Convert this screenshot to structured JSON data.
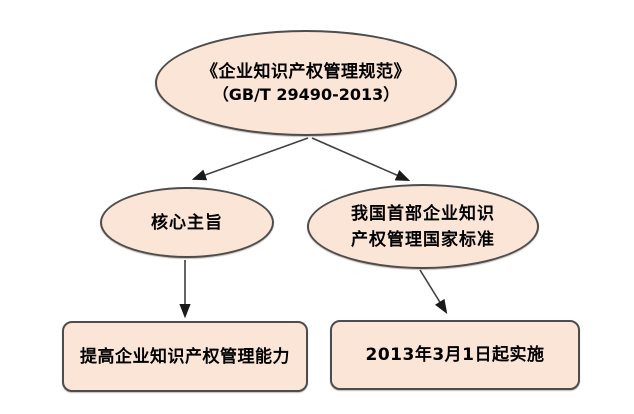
{
  "diagram": {
    "root": {
      "line1": "《企业知识产权管理规范》",
      "line2": "（GB/T 29490-2013）"
    },
    "core": {
      "label": "核心主旨"
    },
    "first_standard": {
      "line1": "我国首部企业知识",
      "line2": "产权管理国家标准"
    },
    "result_ability": {
      "label": "提高企业知识产权管理能力"
    },
    "result_date": {
      "label": "2013年3月1日起实施"
    },
    "colors": {
      "node_fill": "#FBE5D6",
      "node_border": "#4D4D4D",
      "arrow": "#3F3F3F",
      "text": "#000000"
    }
  }
}
